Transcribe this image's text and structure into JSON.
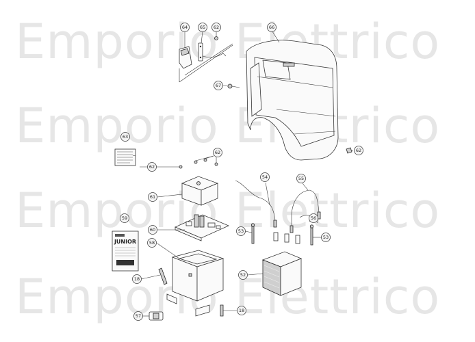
{
  "watermark": {
    "text": "Emporio Elettrico"
  },
  "callouts": [
    {
      "id": "c64",
      "label": "64"
    },
    {
      "id": "c65",
      "label": "65"
    },
    {
      "id": "c62a",
      "label": "62"
    },
    {
      "id": "c66",
      "label": "66"
    },
    {
      "id": "c67",
      "label": "67"
    },
    {
      "id": "c63",
      "label": "63"
    },
    {
      "id": "c62b",
      "label": "62"
    },
    {
      "id": "c62c",
      "label": "62"
    },
    {
      "id": "c62d",
      "label": "62"
    },
    {
      "id": "c54",
      "label": "54"
    },
    {
      "id": "c55",
      "label": "55"
    },
    {
      "id": "c61",
      "label": "61"
    },
    {
      "id": "c56",
      "label": "56"
    },
    {
      "id": "c59",
      "label": "59"
    },
    {
      "id": "c60",
      "label": "60"
    },
    {
      "id": "c53a",
      "label": "53"
    },
    {
      "id": "c53b",
      "label": "53"
    },
    {
      "id": "c58",
      "label": "58"
    },
    {
      "id": "c52",
      "label": "52"
    },
    {
      "id": "c18a",
      "label": "18"
    },
    {
      "id": "c18b",
      "label": "18"
    },
    {
      "id": "c57",
      "label": "57"
    }
  ],
  "rating_plate": {
    "model": "JUNIOR"
  }
}
